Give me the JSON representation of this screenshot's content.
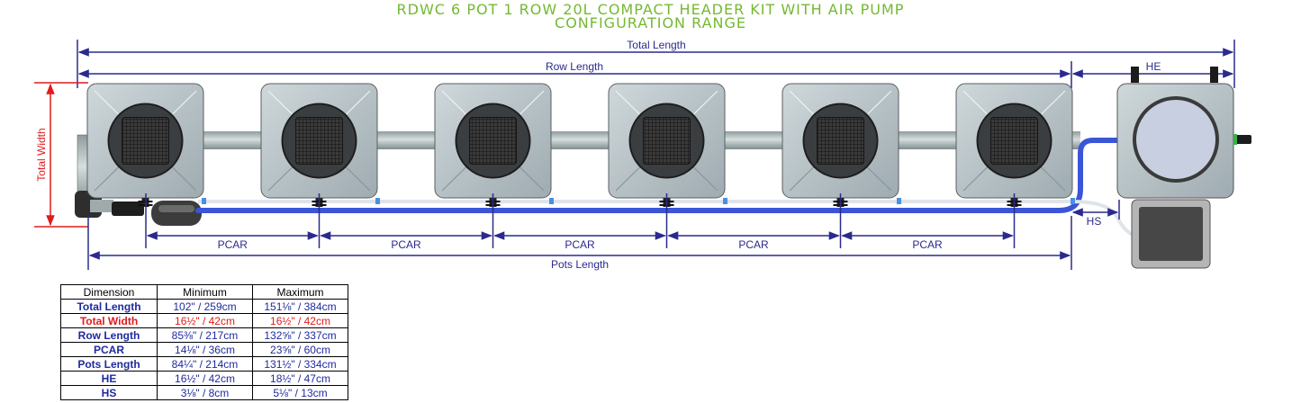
{
  "title": {
    "line1": "RDWC 6 POT 1 ROW 20L COMPACT HEADER KIT WITH AIR PUMP",
    "line2": "CONFIGURATION RANGE"
  },
  "labels": {
    "total_length": "Total Length",
    "row_length": "Row Length",
    "he": "HE",
    "total_width": "Total Width",
    "pcar": "PCAR",
    "hs": "HS",
    "pots_length": "Pots Length"
  },
  "colors": {
    "title": "#74b931",
    "dimension_line": "#2a2a8e",
    "width_line": "#e01b1b",
    "pot_body": "#b9c4c8",
    "pipe": "#a9b6b7",
    "blue_hose": "#3a55d8"
  },
  "pot_count": 6,
  "table": {
    "headers": [
      "Dimension",
      "Minimum",
      "Maximum"
    ],
    "rows": [
      {
        "name": "Total Length",
        "min": "102\" / 259cm",
        "max": "151⅛\" / 384cm",
        "highlight": false
      },
      {
        "name": "Total Width",
        "min": "16½\" / 42cm",
        "max": "16½\" / 42cm",
        "highlight": true
      },
      {
        "name": "Row Length",
        "min": "85⅜\" / 217cm",
        "max": "132⅝\" / 337cm",
        "highlight": false
      },
      {
        "name": "PCAR",
        "min": "14⅛\" / 36cm",
        "max": "23⅝\" / 60cm",
        "highlight": false
      },
      {
        "name": "Pots Length",
        "min": "84¼\" / 214cm",
        "max": "131½\" / 334cm",
        "highlight": false
      },
      {
        "name": "HE",
        "min": "16½\" / 42cm",
        "max": "18½\" / 47cm",
        "highlight": false
      },
      {
        "name": "HS",
        "min": "3⅛\" / 8cm",
        "max": "5⅛\" / 13cm",
        "highlight": false
      }
    ]
  }
}
